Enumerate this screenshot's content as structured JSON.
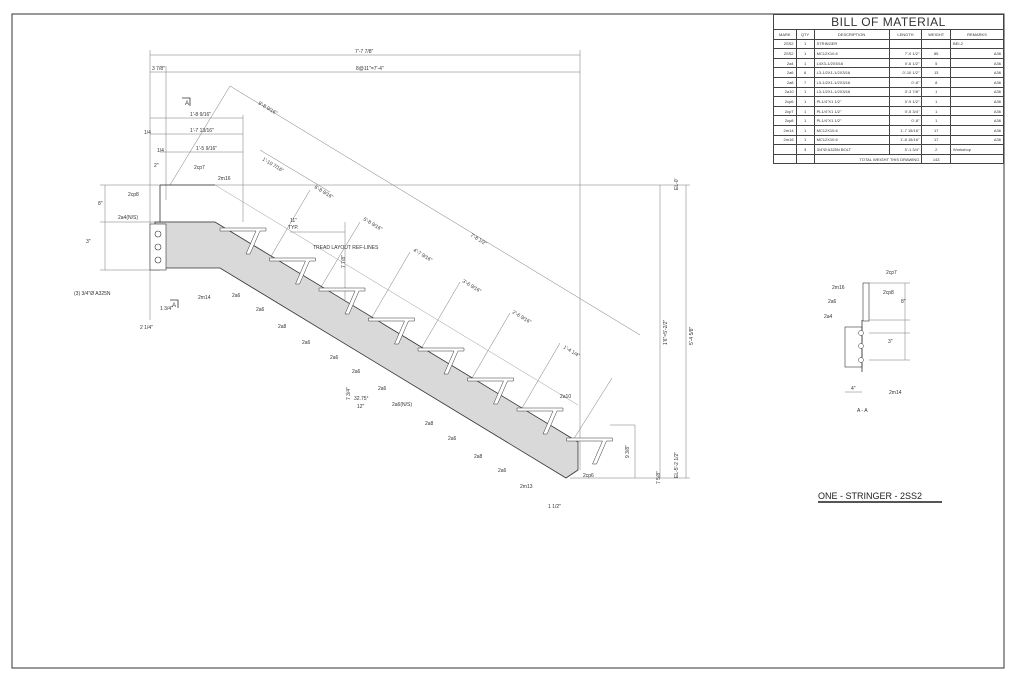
{
  "bom": {
    "title": "BILL OF MATERIAL",
    "headers": [
      "MARK",
      "QTY",
      "DESCRIPTION",
      "LENGTH",
      "WEIGHT",
      "REMARKS"
    ],
    "rows": [
      [
        "2SS2",
        "1",
        "STRINGER",
        "",
        "",
        "BEI-2"
      ],
      [
        "2SS2",
        "1",
        "MC12X10.6",
        "7'-0 1/2\"",
        "85",
        "A36"
      ],
      [
        "2a4",
        "1",
        "L4X3-1/2X5/16",
        "0'-6 1/2\"",
        "5",
        "A36"
      ],
      [
        "2a6",
        "6",
        "L3-1/2X1-1/2X3/16",
        "0'-10 1/2\"",
        "13",
        "A36"
      ],
      [
        "2a8",
        "7",
        "L3-1/2X1-1/2X3/16",
        "0'-8\"",
        "8",
        "A36"
      ],
      [
        "2a10",
        "1",
        "L3-1/2X1-1/2X3/16",
        "0'-3 7/8\"",
        "1",
        "A36"
      ],
      [
        "2cp6",
        "1",
        "PL1/4\"X1 1/2\"",
        "0'-9 1/2\"",
        "1",
        "A36"
      ],
      [
        "2cp7",
        "1",
        "PL1/4\"X1 1/2\"",
        "0'-5 3/4\"",
        "1",
        "A36"
      ],
      [
        "2cp8",
        "1",
        "PL1/4\"X1 1/2\"",
        "0'-8\"",
        "1",
        "A36"
      ],
      [
        "2m14",
        "1",
        "MC12X10.6",
        "1'-7 15/16\"",
        "17",
        "A36"
      ],
      [
        "2m16",
        "1",
        "MC12X10.6",
        "1'-8 15/16\"",
        "17",
        "A36"
      ],
      [
        "",
        "3",
        "3/4\"Ø A325N BOLT",
        "0'-1 3/4\"",
        "2",
        "Workshop"
      ]
    ],
    "total_label": "TOTAL WEIGHT THIS DRAWING",
    "total_weight": "143"
  },
  "drawing_title": "ONE - STRINGER - 2SS2",
  "section_title": "A - A",
  "section_mark": "A",
  "labels": {
    "overall": "7'-7 7/8\"",
    "treads": "8@11\"=7'-4\"",
    "offset": "3 7/8\"",
    "d1": "1'-8 9/16\"",
    "d2": "1'-7 13/16\"",
    "d3": "1'-5 9/16\"",
    "q1": "1/4",
    "q2": "1/4",
    "two": "2\"",
    "cp7": "2cp7",
    "m16": "2m16",
    "cp8": "2cp8",
    "a4": "2a4(N/S)",
    "eight": "8\"",
    "three": "3\"",
    "m14": "2m14",
    "bolt": "(3) 3/4\"Ø A325N",
    "d134": "1 3/4\"",
    "d214": "2 1/4\"",
    "slope1": "9'-8 9/16\"",
    "slope2": "1'-10 7/16\"",
    "slope3": "6'-8 9/16\"",
    "slope4": "5'-8 9/16\"",
    "slope5": "4'-7 9/16\"",
    "slope6": "3'-6 9/16\"",
    "slope7": "2'-6 9/16\"",
    "slope8": "1'-4 1/4\"",
    "run": "7'-8 1/2\"",
    "typ11": "11\"",
    "typ": "TYP.",
    "tread_ref": "TREAD LAYOUT REF-LINES",
    "riser": "7 7/8\"",
    "el_top": "EL-0'",
    "el_bot": "EL-5'-2 1/2\"",
    "rise_total": "5'-4 5/8\"",
    "rise2": "1'6\"=5'-2/2\"",
    "bottom_off": "1 1/2\"",
    "bottom_h": "7 5/8\"",
    "bot_v": "9 3/8\"",
    "a6": "2a6",
    "a8": "2a8",
    "a6ns": "2a6(N/S)",
    "a10": "2a10",
    "cp6": "2cp6",
    "m13": "2m13",
    "angle": "32.75°",
    "twelve": "12\"",
    "seven": "7 3/4\"",
    "sec_cp7": "2cp7",
    "sec_m16": "2m16",
    "sec_cp8": "2cp8",
    "sec_a6": "2a6",
    "sec_a4": "2a4",
    "sec_m14": "2m14",
    "sec_8": "8\"",
    "sec_3": "3\"",
    "sec_4": "4\""
  }
}
